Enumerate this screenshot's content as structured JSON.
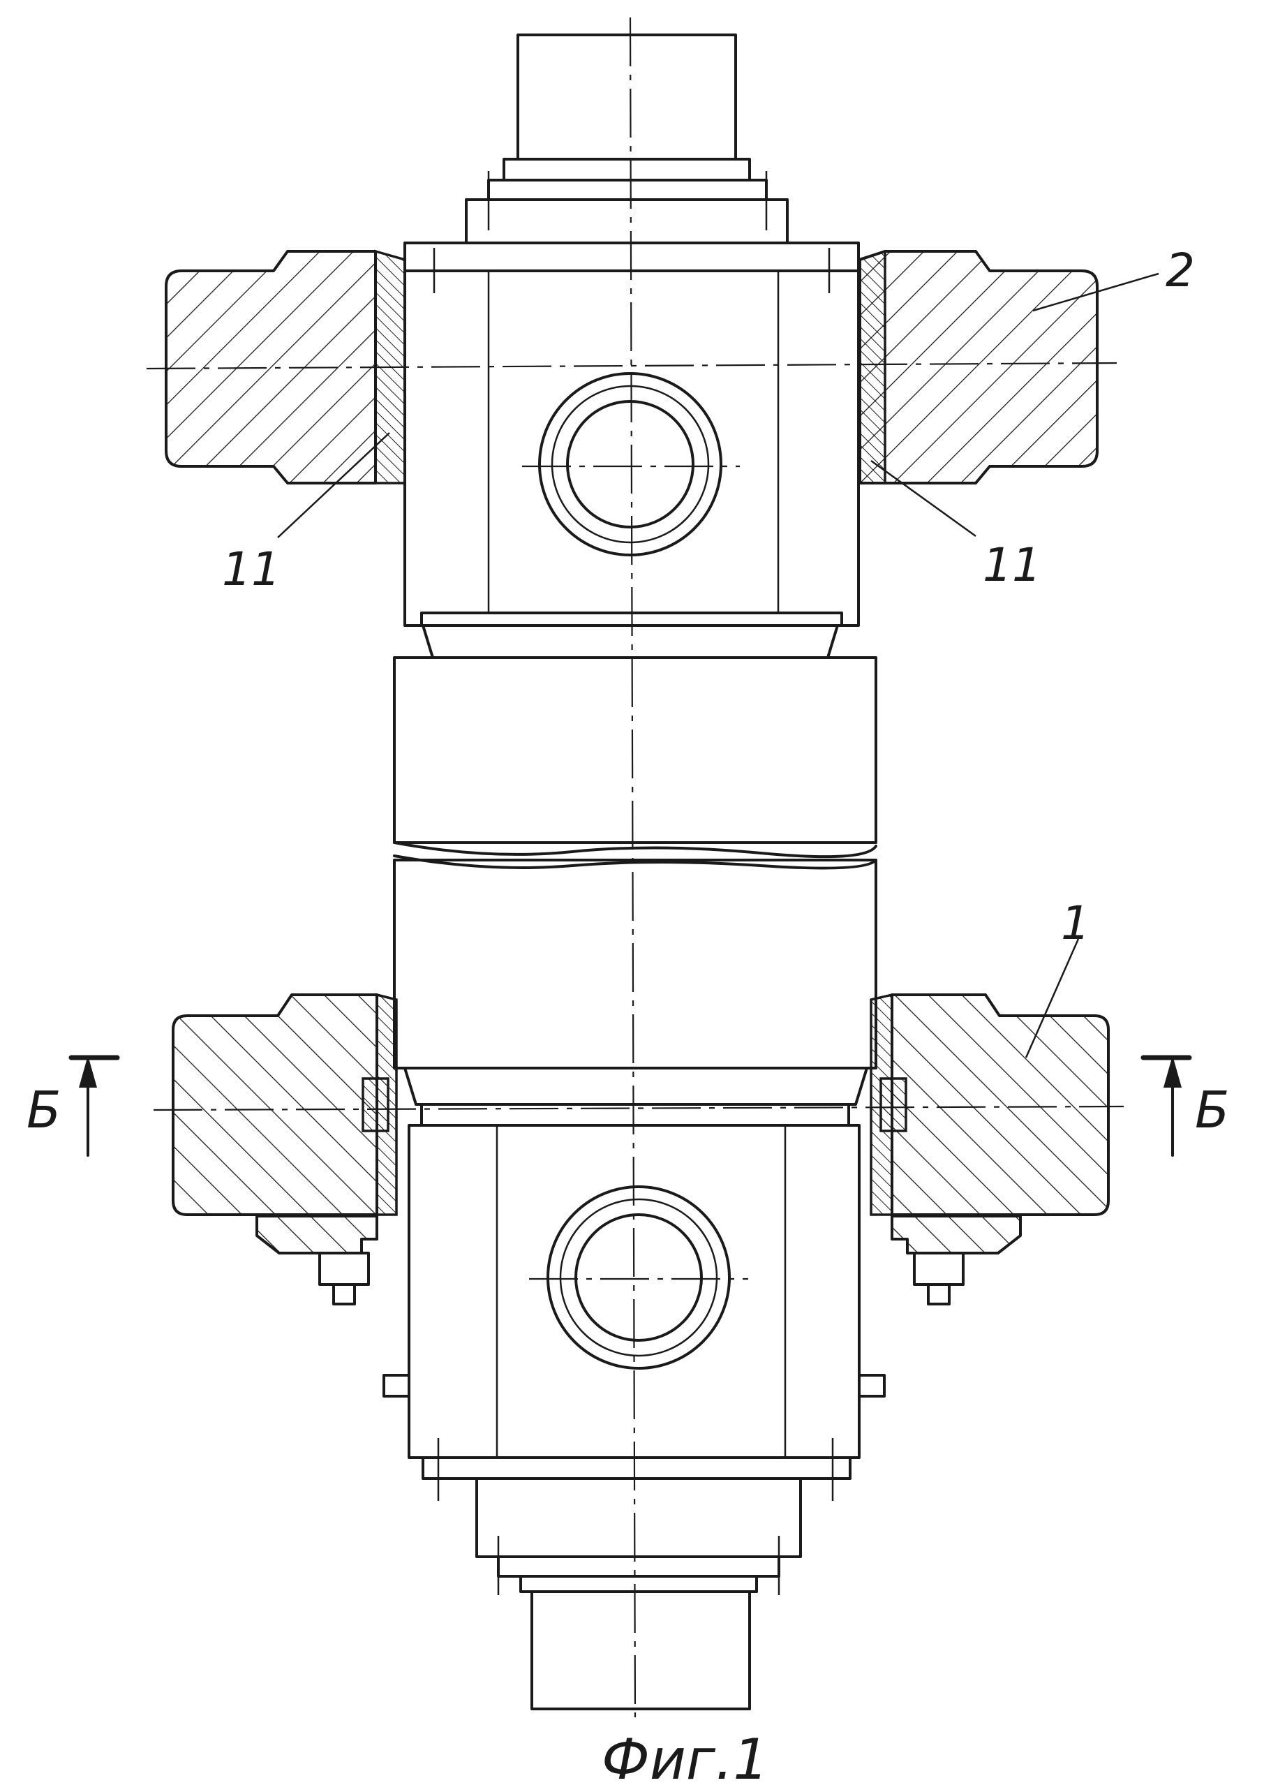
{
  "labels": {
    "part_2": "2",
    "part_1": "1",
    "part_11_left": "11",
    "part_11_right": "11",
    "section_left": "Б",
    "section_right": "Б",
    "caption": "Фиг.1"
  }
}
